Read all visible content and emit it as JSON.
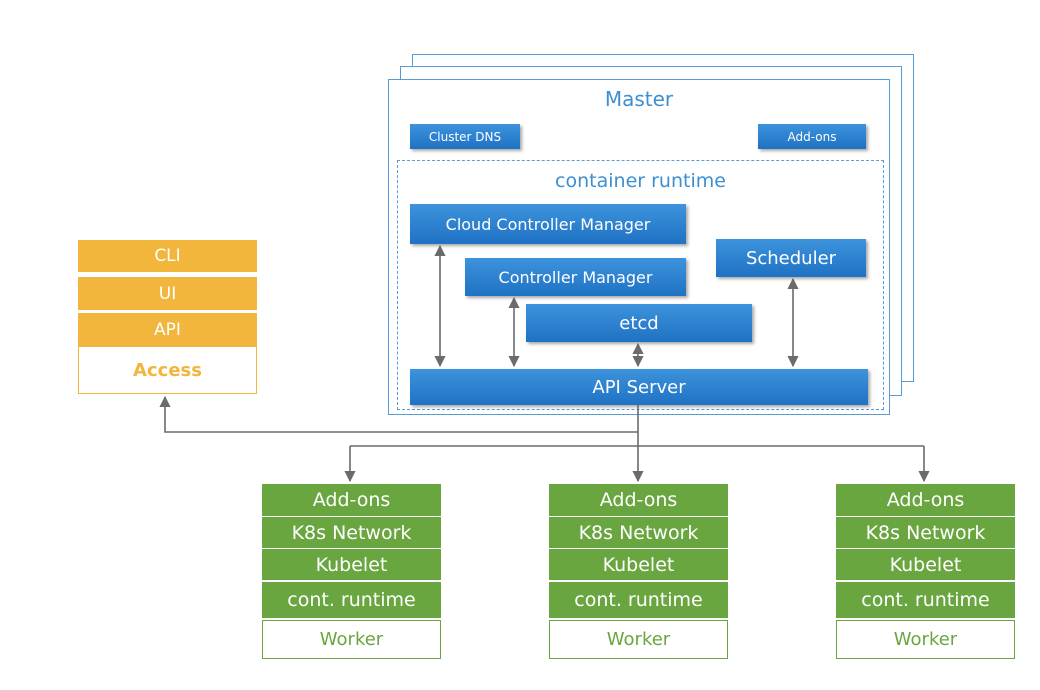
{
  "master": {
    "title": "Master",
    "cluster_dns": "Cluster DNS",
    "addons": "Add-ons",
    "runtime_title": "container runtime",
    "cloud_controller_manager": "Cloud Controller Manager",
    "controller_manager": "Controller Manager",
    "scheduler": "Scheduler",
    "etcd": "etcd",
    "api_server": "API Server"
  },
  "access": {
    "cli": "CLI",
    "ui": "UI",
    "api": "API",
    "label": "Access"
  },
  "workers": [
    {
      "addons": "Add-ons",
      "network": "K8s Network",
      "kubelet": "Kubelet",
      "runtime": "cont. runtime",
      "label": "Worker"
    },
    {
      "addons": "Add-ons",
      "network": "K8s Network",
      "kubelet": "Kubelet",
      "runtime": "cont. runtime",
      "label": "Worker"
    },
    {
      "addons": "Add-ons",
      "network": "K8s Network",
      "kubelet": "Kubelet",
      "runtime": "cont. runtime",
      "label": "Worker"
    }
  ],
  "colors": {
    "blue": "#1f72c4",
    "orange": "#f2b63d",
    "green": "#6aa640",
    "connector": "#6b6b6b"
  }
}
